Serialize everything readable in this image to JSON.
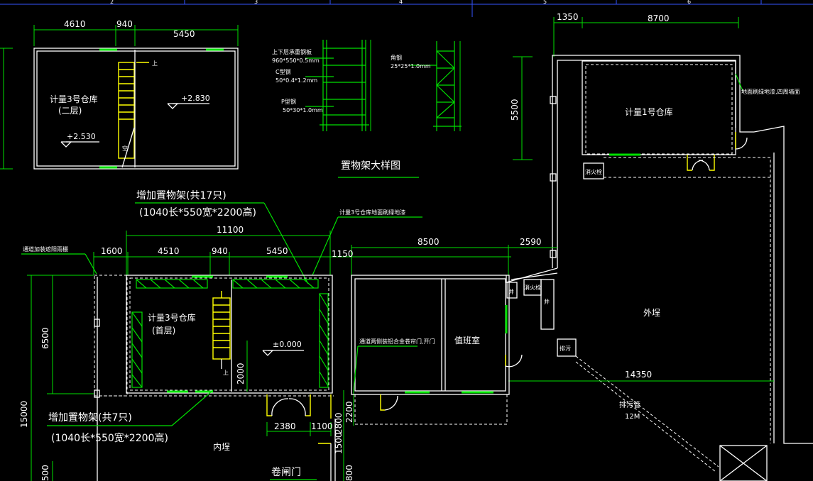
{
  "dimensions": {
    "top_left_1": "4610",
    "top_left_2": "940",
    "top_left_3": "5450",
    "top_right_1": "1350",
    "top_right_2": "8700",
    "right_vertical": "5500",
    "overall_11100": "11100",
    "mid_1600": "1600",
    "mid_4510": "4510",
    "mid_940": "940",
    "mid_5450": "5450",
    "mid_1150": "1150",
    "mid_8500": "8500",
    "mid_2590": "2590",
    "left_6500": "6500",
    "left_15000": "15000",
    "left_500": "500",
    "inner_2000": "2000",
    "bottom_2380": "2380",
    "bottom_1100": "1100",
    "bottom_2800": "2800",
    "bottom_1500": "1500",
    "bottom_2200": "2200",
    "bottom_800": "800",
    "span_14350": "14350"
  },
  "labels": {
    "warehouse3_upper": "计量3号仓库",
    "warehouse3_upper_sub": "(二层)",
    "elev_2830": "+2.830",
    "elev_2530": "+2.530",
    "up_mark": "上",
    "void_mark": "空",
    "shelf_detail_title": "置物架大样图",
    "shelf_note_1": "上下层承重钢板",
    "shelf_note_1b": "960*550*0.5mm",
    "shelf_note_2": "C型钢",
    "shelf_note_2b": "50*0.4*1.2mm",
    "shelf_note_3": "P型钢",
    "shelf_note_3b": "50*30*1.0mm",
    "shelf_note_4": "角钢",
    "shelf_note_4b": "25*25*1.0mm",
    "warehouse1": "计量1号仓库",
    "warehouse1_note": "地面刷绿地漆,四周墙面",
    "add_shelf_17": "增加置物架(共17只)",
    "add_shelf_17_spec": "(1040长*550宽*2200高)",
    "warehouse3_floor_note": "计量3号仓库地面刷绿地漆",
    "walkway_note": "通道加装遮阳雨棚",
    "warehouse3_lower": "计量3号仓库",
    "warehouse3_lower_sub": "(首层)",
    "elev_0": "±0.000",
    "corridor_note": "通道两侧装铝合金卷帘门,开门",
    "duty_room": "值班室",
    "well": "井",
    "fire_hydrant": "消火栓",
    "outer_yard": "外埕",
    "drain": "排污",
    "drain_pipe": "排污管",
    "drain_pipe_len": "12M",
    "add_shelf_7": "增加置物架(共7只)",
    "add_shelf_7_spec": "(1040长*550宽*2200高)",
    "inner_yard": "内埕",
    "roller_door": "卷闸门"
  },
  "grid_labels": [
    "2",
    "3",
    "4",
    "5",
    "6"
  ],
  "colors": {
    "background": "#000000",
    "dimension": "#00e000",
    "wall": "#ffffff",
    "door": "#ffff00",
    "grid": "#3355ff"
  }
}
